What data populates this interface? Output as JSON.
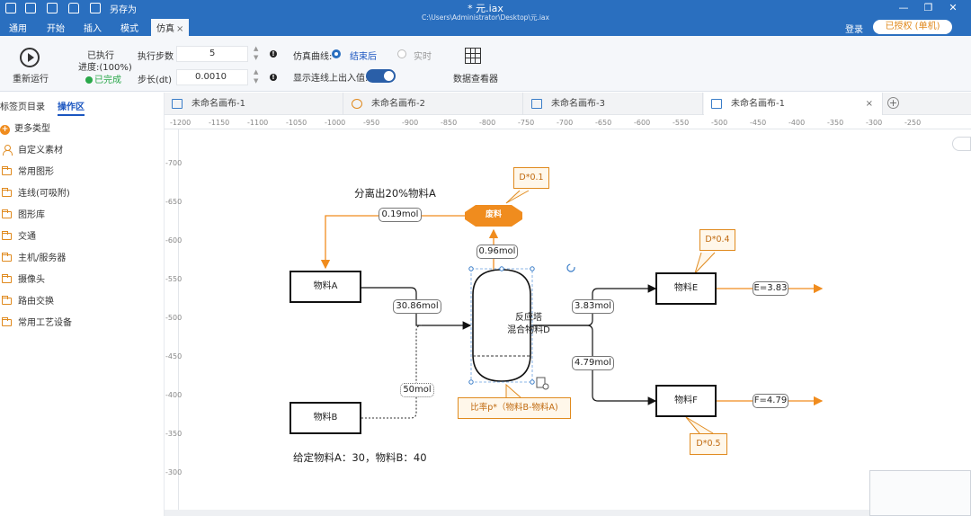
{
  "titlebar": {
    "save_as": "另存为",
    "doc_title": "* 元.iax",
    "doc_path": "C:\\Users\\Administrator\\Desktop\\元.iax"
  },
  "menu": {
    "tabs": [
      "通用",
      "开始",
      "插入",
      "模式",
      "仿真"
    ],
    "active_close": "×",
    "login": "登录",
    "license": "已授权 (单机)"
  },
  "ribbon": {
    "rerun": "重新运行",
    "executed": "已执行",
    "progress": "进度:(100%)",
    "done": "已完成",
    "steps_label": "执行步数",
    "steps_value": "5",
    "dt_label": "步长(dt)",
    "dt_value": "0.0010",
    "curve_label": "仿真曲线:",
    "after_end": "结束后",
    "realtime": "实时",
    "show_io": "显示连线上出入值:",
    "data_viewer": "数据查看器"
  },
  "sidebar": {
    "tab_pages": "标签页目录",
    "tab_ops": "操作区",
    "items": [
      "更多类型",
      "自定义素材",
      "常用图形",
      "连线(可吸附)",
      "图形库",
      "交通",
      "主机/服务器",
      "摄像头",
      "路由交换",
      "常用工艺设备"
    ]
  },
  "doc_tabs": [
    "未命名画布-1",
    "未命名画布-2",
    "未命名画布-3",
    "未命名画布-1"
  ],
  "rulers": {
    "h_ticks": [
      "-1200",
      "-1150",
      "-1100",
      "-1050",
      "-1000",
      "-950",
      "-900",
      "-850",
      "-800",
      "-750",
      "-700",
      "-650",
      "-600",
      "-550",
      "-500",
      "-450",
      "-400",
      "-350",
      "-300",
      "-250"
    ],
    "v_ticks": [
      "-700",
      "-650",
      "-600",
      "-550",
      "-500",
      "-450",
      "-400",
      "-350",
      "-300"
    ]
  },
  "diagram": {
    "separate_note": "分离出20%物料A",
    "given_note": "给定物料A：30，物料B：40",
    "material_a": "物料A",
    "material_b": "物料B",
    "material_e": "物料E",
    "material_f": "物料F",
    "waste": "废料",
    "tower_line1": "反应塔",
    "tower_line2": "混合物料D",
    "flow_waste_a": "0.19mol",
    "flow_tower_waste": "0.96mol",
    "flow_a_tower": "30.86mol",
    "flow_b_tower": "50mol",
    "flow_tower_e": "3.83mol",
    "flow_tower_f": "4.79mol",
    "out_e": "E=3.83",
    "out_f": "F=4.79",
    "callout_waste": "D*0.1",
    "callout_e": "D*0.4",
    "callout_f": "D*0.5",
    "callout_ratio": "比率p*（物料B-物料A)"
  },
  "colors": {
    "titlebar": "#2a6fbf",
    "accent_orange": "#f08c1e",
    "link_blue": "#1a55c0",
    "done_green": "#2aa84a"
  }
}
